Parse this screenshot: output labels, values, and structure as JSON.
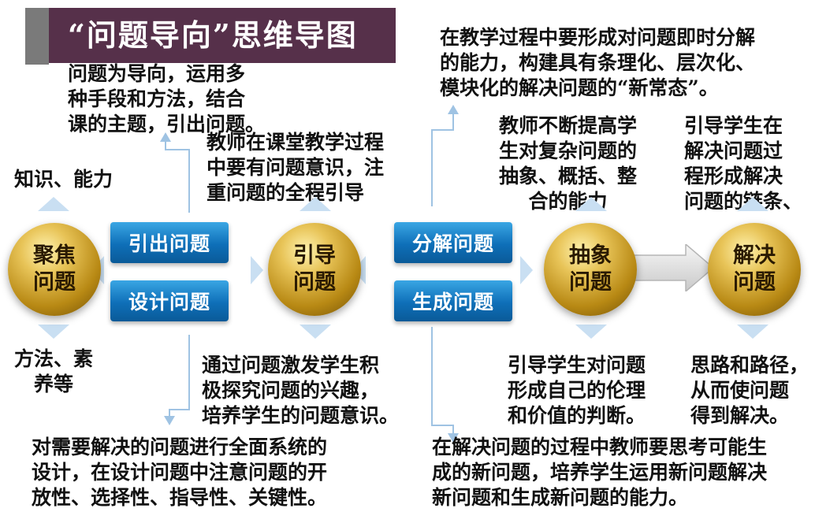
{
  "title": "“问题导向”思维导图",
  "colors": {
    "title_bg": "#56304a",
    "bar_blue": "#0e6fb8",
    "sphere_gold": "#d4a92a"
  },
  "nodes": {
    "focus": "聚焦\n问题",
    "guide": "引导\n问题",
    "abstract": "抽象\n问题",
    "solve": "解决\n问题"
  },
  "bars": {
    "introduce": "引出问题",
    "design": "设计问题",
    "decompose": "分解问题",
    "generate": "生成问题"
  },
  "texts": {
    "intro_desc": "问题为导向，运用多\n种手段和方法，结合\n课的主题，引出问题。",
    "knowledge": "知识、能力",
    "methods": "方法、素\n养等",
    "teacher_awareness": "教师在课堂教学过程\n中要有问题意识，注\n重问题的全程引导",
    "stimulate": "通过问题激发学生积\n极探究问题的兴趣，\n培养学生的问题意识。",
    "design_desc": "对需要解决的问题进行全面系统的\n设计，在设计问题中注意问题的开\n放性、选择性、指导性、关键性。",
    "decompose_desc": "在教学过程中要形成对问题即时分解\n的能力，构建具有条理化、层次化、\n模块化的解决问题的“新常态”。",
    "abstract_ability": "教师不断提高学\n生对复杂问题的\n抽象、概括、整\n合的能力",
    "chain": "引导学生在\n解决问题过\n程形成解决\n问题的链条、",
    "ethics": "引导学生对问题\n形成自己的伦理\n和价值的判断。",
    "path": "思路和路径，\n从而使问题\n得到解决。",
    "generate_desc": "在解决问题的过程中教师要思考可能生\n成的新问题，培养学生运用新问题解决\n新问题和生成新问题的能力。"
  }
}
